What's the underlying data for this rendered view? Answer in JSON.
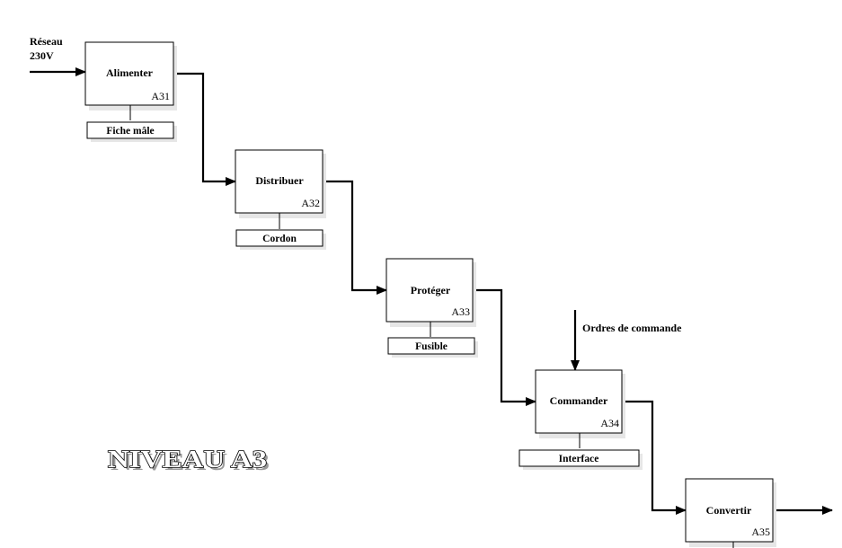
{
  "input_label_line1": "Réseau",
  "input_label_line2": "230V",
  "control_label": "Ordres de commande",
  "level_title": "NIVEAU A3",
  "boxes": [
    {
      "title": "Alimenter",
      "code": "A31",
      "mechanism": "Fiche mâle"
    },
    {
      "title": "Distribuer",
      "code": "A32",
      "mechanism": "Cordon"
    },
    {
      "title": "Protéger",
      "code": "A33",
      "mechanism": "Fusible"
    },
    {
      "title": "Commander",
      "code": "A34",
      "mechanism": "Interface"
    },
    {
      "title": "Convertir",
      "code": "A35",
      "mechanism": ""
    }
  ]
}
